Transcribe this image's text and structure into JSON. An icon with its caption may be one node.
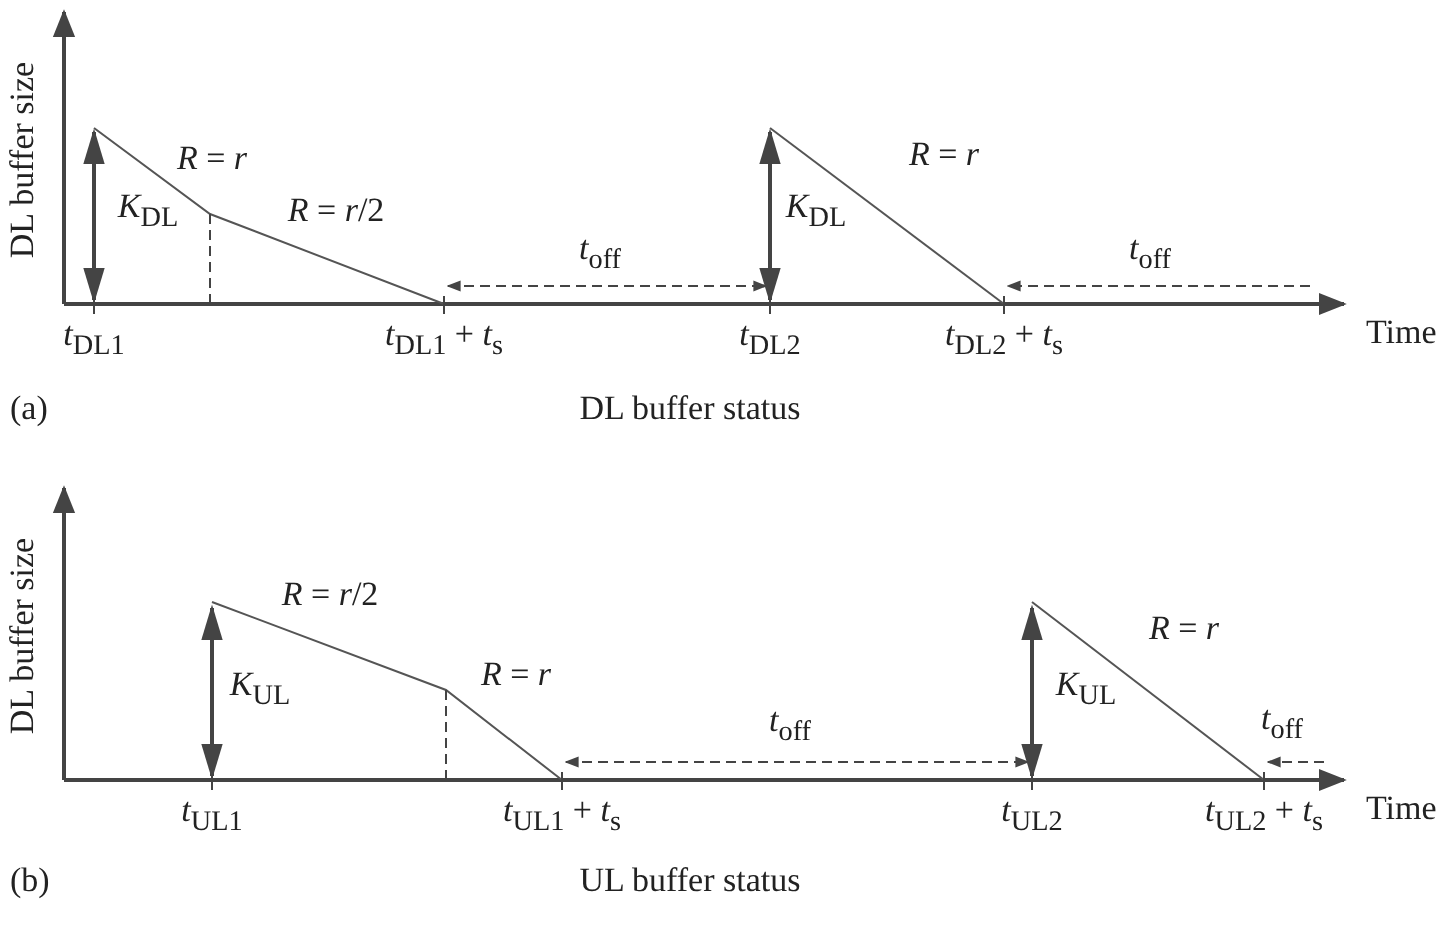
{
  "diagram": {
    "labels": [
      "DL buffer size",
      "*R* = *r*",
      "*K*$_{DL}$",
      "*R* = *r*/2",
      "*t*$_{off}$",
      "*R* = *r*",
      "*K*$_{DL}$",
      "*t*$_{off}$",
      "*t*$_{DL1}$",
      "*t*$_{DL1}$ + *t*$_{s}$",
      "*t*$_{DL2}$",
      "*t*$_{DL2}$ + *t*$_{s}$",
      "Time",
      "(a)",
      "DL buffer status",
      "DL buffer size",
      "*R* = *r*/2",
      "*K*$_{UL}$",
      "*R* = *r*",
      "*t*$_{off}$",
      "*R* = *r*",
      "*K*$_{UL}$",
      "*t*$_{off}$",
      "*t*$_{UL1}$",
      "*t*$_{UL1}$ + *t*$_{s}$",
      "*t*$_{UL2}$",
      "*t*$_{UL2}$ + *t*$_{s}$",
      "Time",
      "(b)",
      "UL buffer status"
    ]
  }
}
